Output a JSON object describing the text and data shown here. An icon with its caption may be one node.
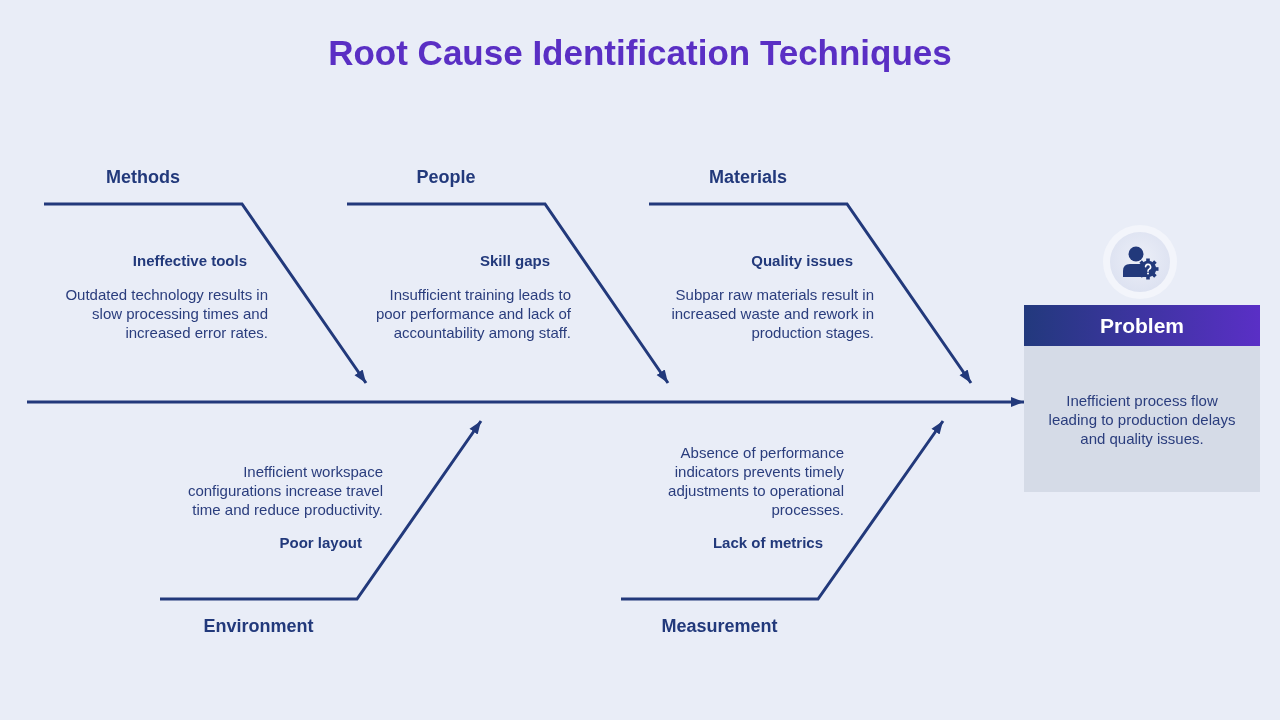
{
  "diagram": {
    "title": "Root Cause Identification Techniques",
    "nodes": [
      {
        "text": [
          "Methods"
        ]
      },
      {
        "text": [
          "People"
        ]
      },
      {
        "text": [
          "Materials"
        ]
      },
      {
        "text": [
          "Problem",
          "Inefficient process flow leading to production delays and quality issues."
        ]
      },
      {
        "text": [
          "Environment"
        ]
      },
      {
        "text": [
          "Measurement"
        ]
      }
    ],
    "edges": [
      {
        "from": 0,
        "to": null,
        "arrow": "to"
      },
      {
        "from": 1,
        "to": null,
        "arrow": "to"
      },
      {
        "from": 2,
        "to": null,
        "arrow": "to"
      },
      {
        "from": null,
        "to": 3,
        "arrow": "to"
      },
      {
        "from": 4,
        "to": null,
        "arrow": "to"
      },
      {
        "from": 5,
        "to": null,
        "arrow": "to"
      }
    ],
    "labels": [
      "Ineffective tools",
      "Outdated technology results in slow processing times and increased error rates.",
      "Skill gaps",
      "Insufficient training leads to poor performance and lack of accountability among staff.",
      "Quality issues",
      "Subpar raw materials result in increased waste and rework in production stages.",
      "Inefficient workspace configurations increase travel time and reduce productivity.",
      "Poor layout",
      "Absence of performance indicators prevents timely adjustments to operational processes.",
      "Lack of metrics"
    ]
  }
}
